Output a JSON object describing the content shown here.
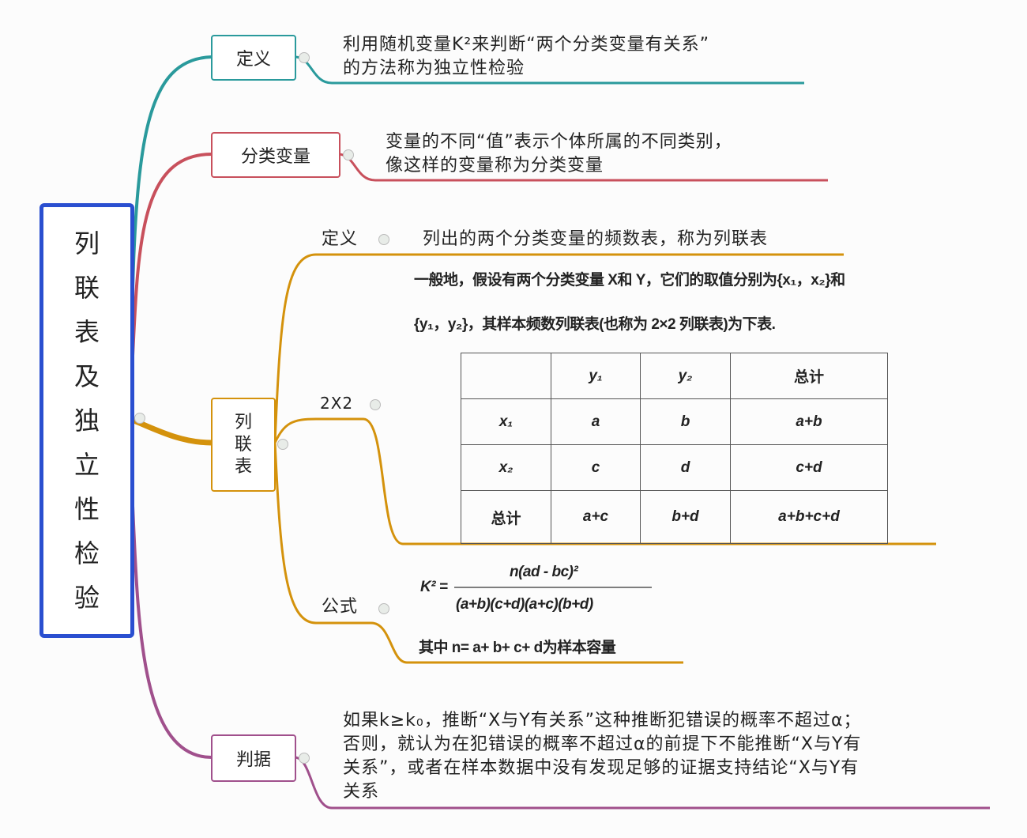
{
  "root": {
    "title_chars": [
      "列",
      "联",
      "表",
      "及",
      "独",
      "立",
      "性",
      "检",
      "验"
    ]
  },
  "branches": {
    "definition": {
      "label": "定义",
      "text_lines": [
        "利用随机变量K²来判断“两个分类变量有关系”",
        "的方法称为独立性检验"
      ]
    },
    "categorical": {
      "label": "分类变量",
      "text_lines": [
        "变量的不同“值”表示个体所属的不同类别，",
        "像这样的变量称为分类变量"
      ]
    },
    "contingency": {
      "label_chars": [
        "列",
        "联",
        "表"
      ],
      "definition": {
        "label": "定义",
        "text": "列出的两个分类变量的频数表，称为列联表"
      },
      "two_by_two": {
        "label": "2X2",
        "intro_lines": [
          "一般地，假设有两个分类变量 X和 Y，它们的取值分别为{x₁，x₂}和",
          "{y₁，y₂}，其样本频数列联表(也称为 2×2 列联表)为下表."
        ],
        "table": {
          "header": [
            "",
            "y₁",
            "y₂",
            "总计"
          ],
          "rows": [
            [
              "x₁",
              "a",
              "b",
              "a+b"
            ],
            [
              "x₂",
              "c",
              "d",
              "c+d"
            ],
            [
              "总计",
              "a+c",
              "b+d",
              "a+b+c+d"
            ]
          ]
        }
      },
      "formula": {
        "label": "公式",
        "lhs": "K² =",
        "numerator": "n(ad - bc)²",
        "denominator": "(a+b)(c+d)(a+c)(b+d)",
        "note": "其中 n= a+ b+ c+ d为样本容量"
      }
    },
    "judgment": {
      "label": "判据",
      "text_lines": [
        "如果k≥k₀，推断“X与Y有关系”这种推断犯错误的概率不超过α；",
        "否则，就认为在犯错误的概率不超过α的前提下不能推断“X与Y有",
        "关系”，或者在样本数据中没有发现足够的证据支持结论“X与Y有",
        "关系"
      ]
    }
  },
  "colors": {
    "teal": "#2a9a9c",
    "red": "#c8505c",
    "gold": "#d4920c",
    "purple": "#a0508c",
    "root_border": "#2a4fd0"
  }
}
